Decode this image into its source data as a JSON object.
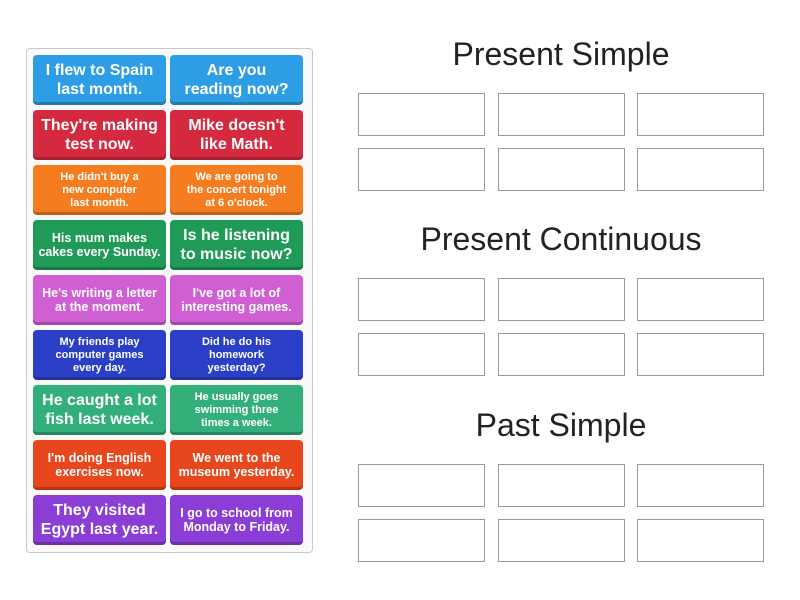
{
  "colors": {
    "blue": "#2d9ee6",
    "red": "#d5293f",
    "orange": "#f57c1f",
    "green": "#1f9a57",
    "pink": "#cf5fd3",
    "navy": "#2b3fc6",
    "teal": "#33b07a",
    "redorange": "#e8461c",
    "purple": "#8b3ed6"
  },
  "cards": [
    {
      "text": "I flew to Spain\nlast month.",
      "color": "blue",
      "size": "l"
    },
    {
      "text": "Are you\nreading now?",
      "color": "blue",
      "size": "l"
    },
    {
      "text": "They're making\ntest now.",
      "color": "red",
      "size": "l"
    },
    {
      "text": "Mike doesn't\nlike Math.",
      "color": "red",
      "size": "l"
    },
    {
      "text": "He didn't buy a\nnew computer\nlast month.",
      "color": "orange",
      "size": "s"
    },
    {
      "text": "We are going to\nthe concert tonight\nat 6 o'clock.",
      "color": "orange",
      "size": "s"
    },
    {
      "text": "His mum makes\ncakes every Sunday.",
      "color": "green",
      "size": "m"
    },
    {
      "text": "Is he listening\nto music now?",
      "color": "green",
      "size": "l"
    },
    {
      "text": "He's writing a letter\nat the moment.",
      "color": "pink",
      "size": "m"
    },
    {
      "text": "I've got a lot of\ninteresting games.",
      "color": "pink",
      "size": "m"
    },
    {
      "text": "My friends play\ncomputer games\nevery day.",
      "color": "navy",
      "size": "s"
    },
    {
      "text": "Did he do his\nhomework\nyesterday?",
      "color": "navy",
      "size": "s"
    },
    {
      "text": "He caught a lot\nfish last week.",
      "color": "teal",
      "size": "l"
    },
    {
      "text": "He usually goes\nswimming three\ntimes a week.",
      "color": "teal",
      "size": "s"
    },
    {
      "text": "I'm doing English\nexercises now.",
      "color": "redorange",
      "size": "m"
    },
    {
      "text": "We went to the\nmuseum yesterday.",
      "color": "redorange",
      "size": "m"
    },
    {
      "text": "They visited\nEgypt last year.",
      "color": "purple",
      "size": "l"
    },
    {
      "text": "I go to school from\nMonday to Friday.",
      "color": "purple",
      "size": "m"
    }
  ],
  "categories": [
    {
      "title": "Present Simple",
      "slots": 6
    },
    {
      "title": "Present Continuous",
      "slots": 6
    },
    {
      "title": "Past Simple",
      "slots": 6
    }
  ]
}
